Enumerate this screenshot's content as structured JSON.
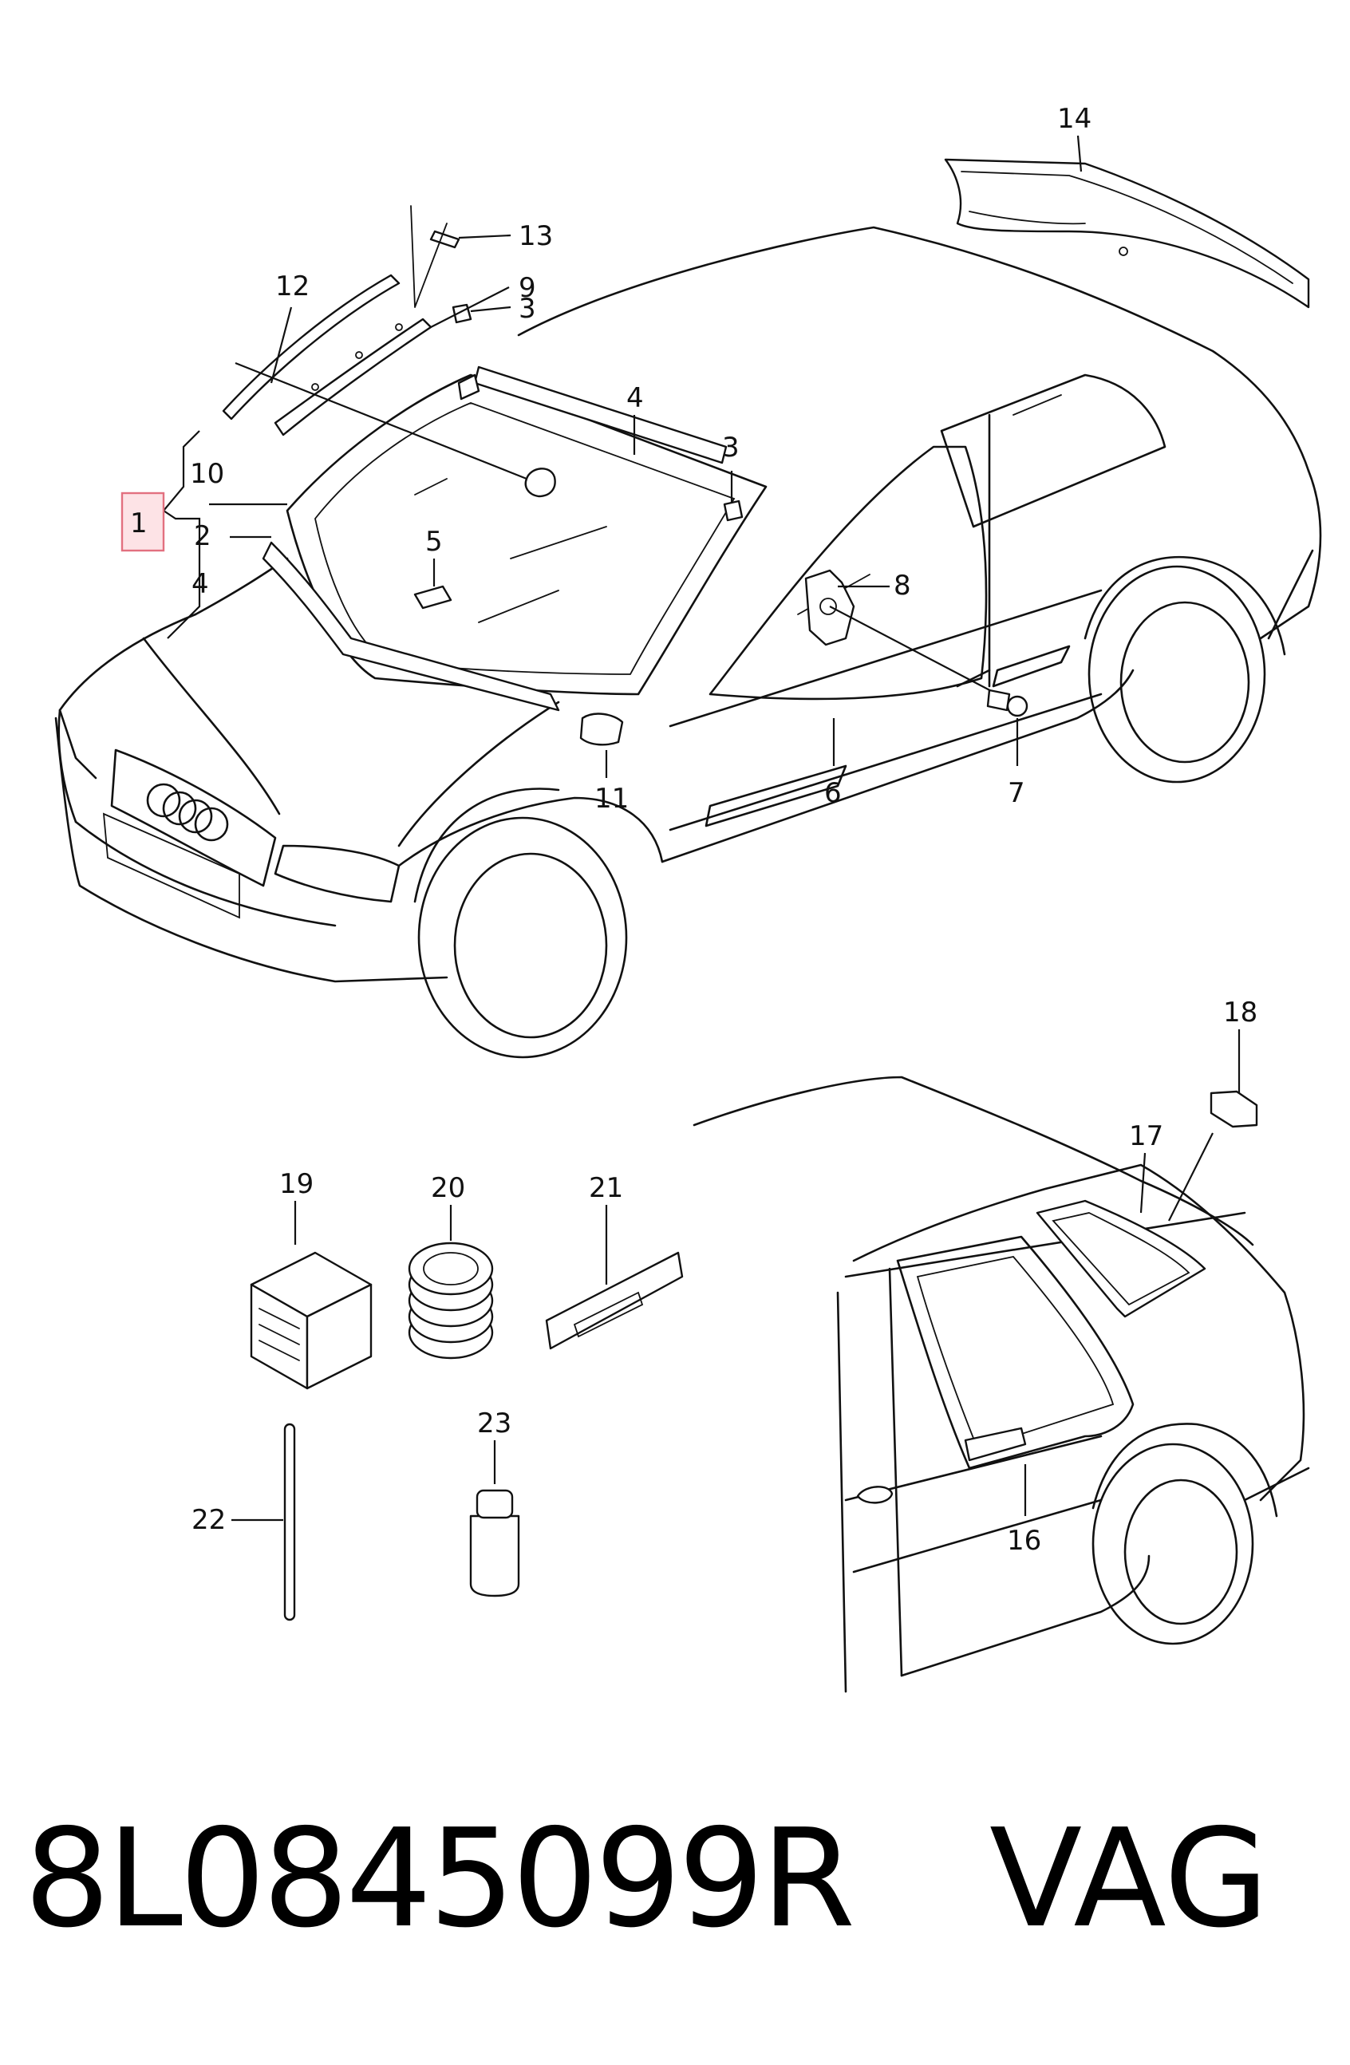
{
  "callouts": {
    "c1": "1",
    "c2": "2",
    "c3a": "3",
    "c3b": "3",
    "c4a": "4",
    "c4b": "4",
    "c5": "5",
    "c6": "6",
    "c7": "7",
    "c8": "8",
    "c9": "9",
    "c10": "10",
    "c11": "11",
    "c12": "12",
    "c13": "13",
    "c14": "14",
    "c16": "16",
    "c17": "17",
    "c18": "18",
    "c19": "19",
    "c20": "20",
    "c21": "21",
    "c22": "22",
    "c23": "23"
  },
  "selected_callout": "1",
  "colors": {
    "highlight_fill": "#fde3e6",
    "highlight_stroke": "#e2707f",
    "ink": "#111111"
  },
  "footer": {
    "part_number": "8L0845099R",
    "brand": "VAG"
  }
}
